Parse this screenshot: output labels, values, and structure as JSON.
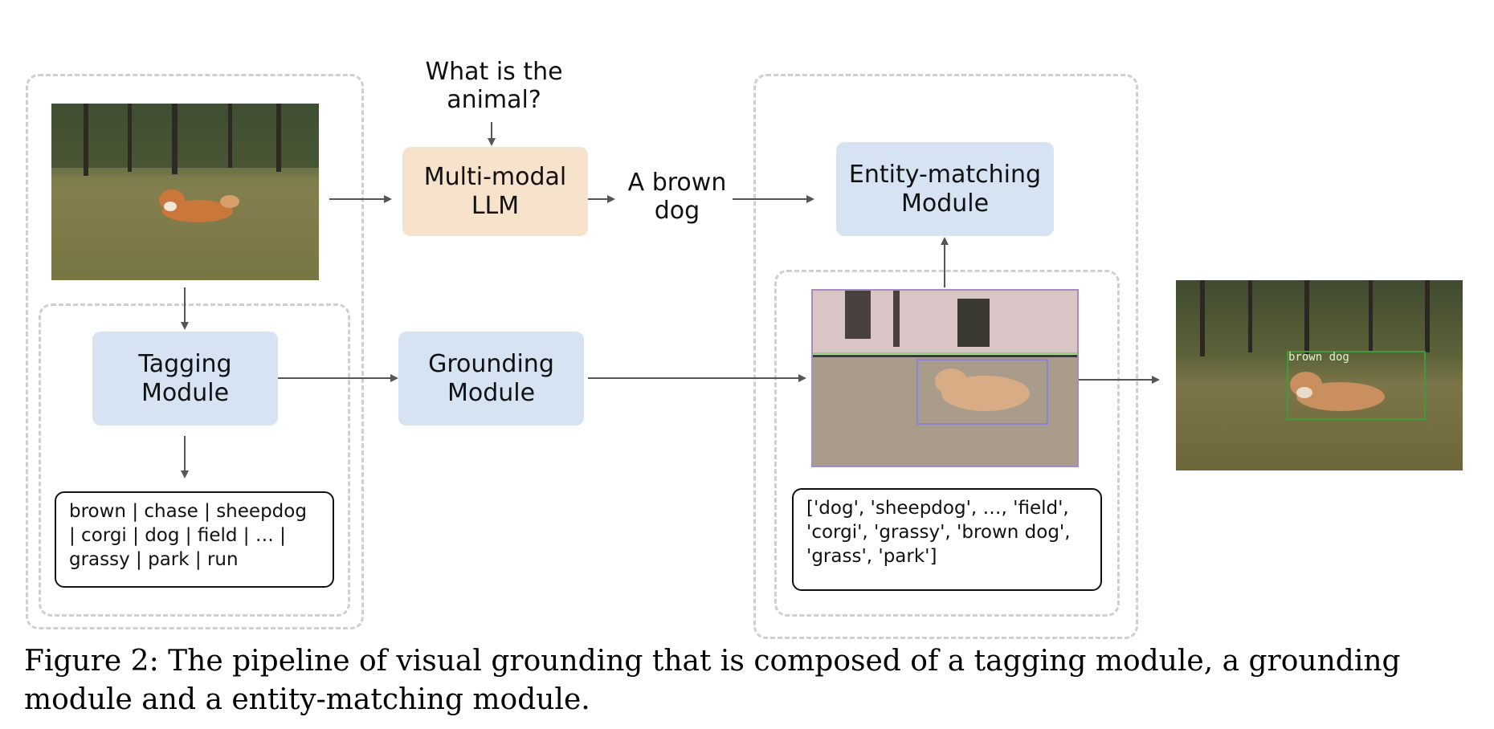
{
  "diagram": {
    "question": "What is the\nanimal?",
    "llm_box": "Multi-modal\nLLM",
    "answer": "A brown\ndog",
    "entity_box": "Entity-matching\nModule",
    "tagging_box": "Tagging\nModule",
    "grounding_box": "Grounding\nModule",
    "tags_text": "brown | chase | sheepdog\n| corgi | dog | field | … |\ngrassy | park | run",
    "entities_text": "['dog', 'sheepdog', …, 'field',\n'corgi', 'grassy', 'brown dog',\n'grass', 'park']",
    "result_box_label": "brown dog"
  },
  "colors": {
    "module_blue": "#d5e3f3",
    "llm_peach": "#f7e2cb",
    "dashed_border": "#cfcfcf",
    "arrow": "#555555",
    "result_box_green": "#3f9a3a",
    "segmentation_box_purple": "#8d82d6"
  },
  "caption": "Figure 2: The pipeline of visual grounding that is composed of a tagging module, a grounding module and a entity-matching module."
}
